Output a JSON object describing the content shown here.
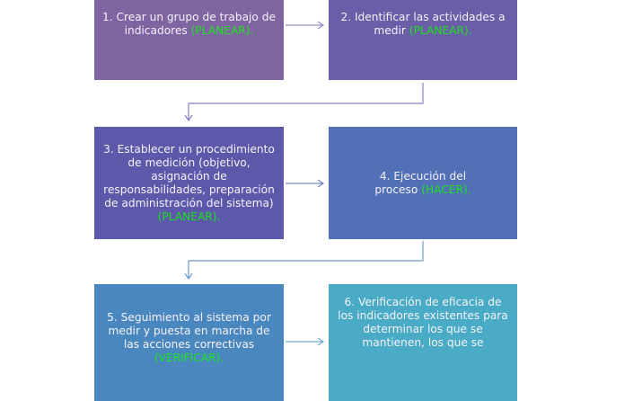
{
  "steps": [
    {
      "text": "1. Crear un grupo de trabajo de indicadores",
      "phase": "(PLANEAR).",
      "color": "#7f64a2"
    },
    {
      "text": "2. Identificar las actividades a medir",
      "phase": "(PLANEAR).",
      "color": "#6a5ea8"
    },
    {
      "text": "3. Establecer un procedimiento de medición (objetivo, asignación de responsabilidades, preparación de administración del sistema)",
      "phase": "(PLANEAR).",
      "color": "#5c58aa"
    },
    {
      "text": "4. Ejecución del proceso",
      "phase": "(HACER).",
      "color": "#5170b6"
    },
    {
      "text": "5. Seguimiento al sistema por medir y puesta en marcha de las acciones correctivas",
      "phase": "(VERIFICAR).",
      "color": "#4a87bf"
    },
    {
      "text": "6. Verificación de eficacia de los indicadores existentes para determinar los que se mantienen, los que se",
      "phase": "",
      "color": "#4aabc6"
    }
  ]
}
